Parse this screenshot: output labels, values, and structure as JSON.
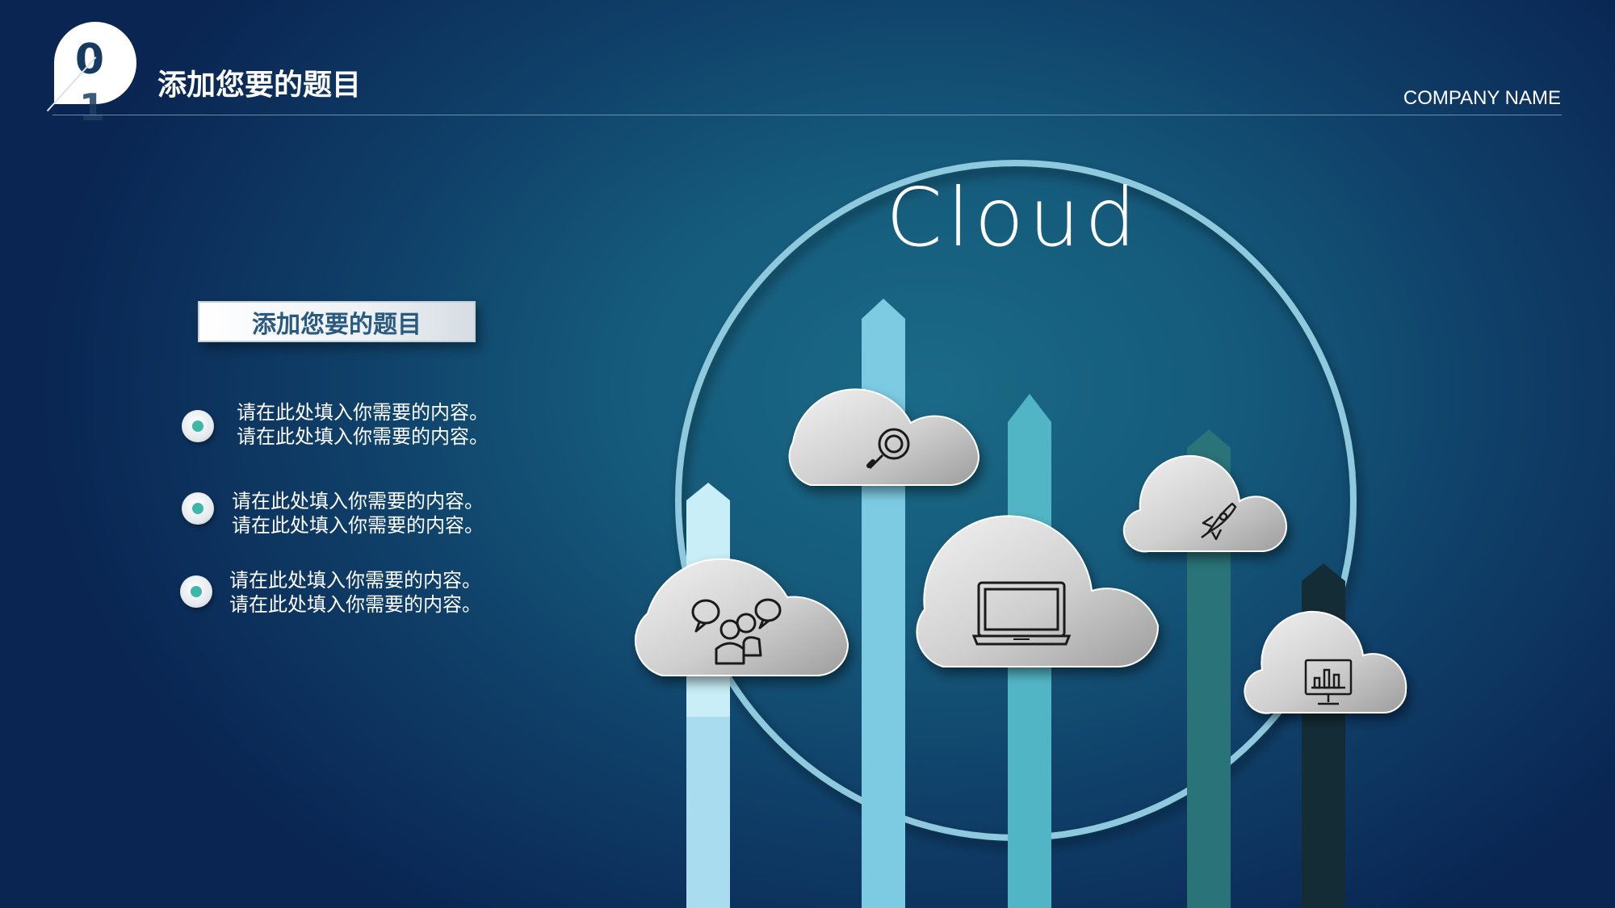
{
  "header": {
    "badge_digit_1": "0",
    "badge_digit_2": "1",
    "title": "添加您要的题目",
    "company": "COMPANY NAME"
  },
  "subtitle": "添加您要的题目",
  "bullets": [
    {
      "line1": "请在此处填入你需要的内容。",
      "line2": "请在此处填入你需要的内容。"
    },
    {
      "line1": "请在此处填入你需要的内容。",
      "line2": "请在此处填入你需要的内容。"
    },
    {
      "line1": "请在此处填入你需要的内容。",
      "line2": "请在此处填入你需要的内容。"
    }
  ],
  "diagram": {
    "heading": "Cloud",
    "icons": [
      "discussion-icon",
      "magnifier-icon",
      "laptop-icon",
      "rocket-icon",
      "chart-monitor-icon"
    ]
  },
  "colors": {
    "background": "#155a7b",
    "arrow_1": "#a9dcee",
    "arrow_2": "#7ccbe3",
    "arrow_3": "#52b5c6",
    "arrow_4": "#2a7378",
    "arrow_5": "#142c35",
    "ring": "#8fc9de",
    "accent_dot": "#3fb7a8"
  }
}
